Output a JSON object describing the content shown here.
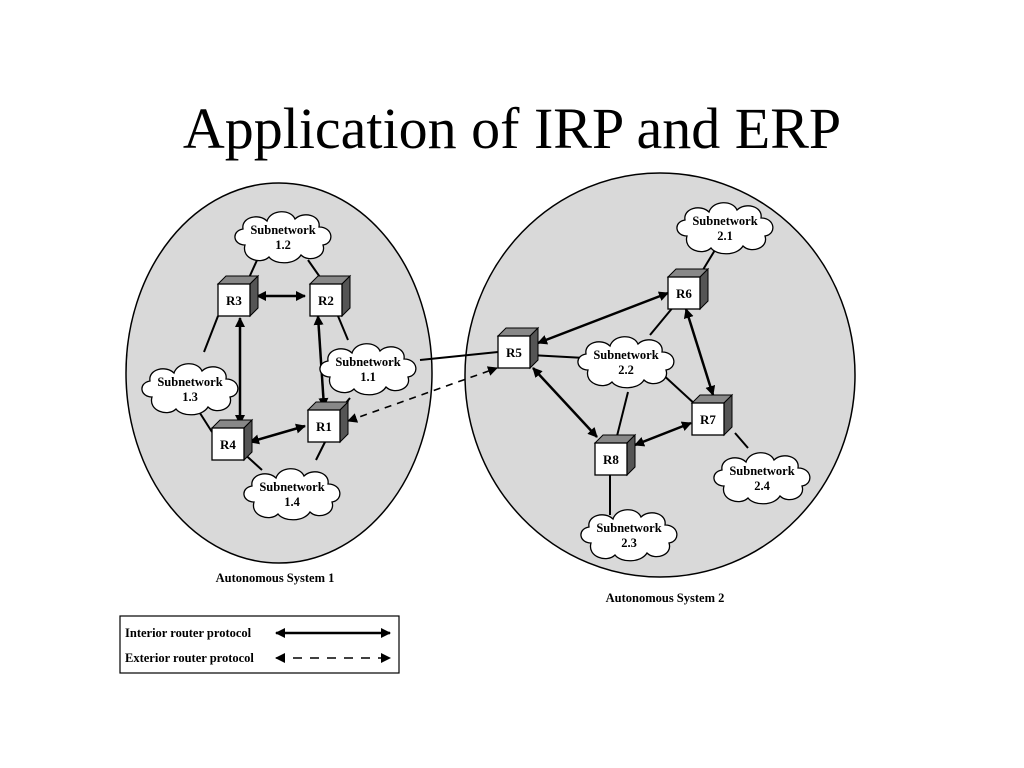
{
  "title": "Application of IRP and ERP",
  "autonomous_systems": [
    {
      "label": "Autonomous System 1"
    },
    {
      "label": "Autonomous System 2"
    }
  ],
  "routers": {
    "R1": "R1",
    "R2": "R2",
    "R3": "R3",
    "R4": "R4",
    "R5": "R5",
    "R6": "R6",
    "R7": "R7",
    "R8": "R8"
  },
  "subnetworks": {
    "s11": {
      "name": "Subnetwork",
      "num": "1.1"
    },
    "s12": {
      "name": "Subnetwork",
      "num": "1.2"
    },
    "s13": {
      "name": "Subnetwork",
      "num": "1.3"
    },
    "s14": {
      "name": "Subnetwork",
      "num": "1.4"
    },
    "s21": {
      "name": "Subnetwork",
      "num": "2.1"
    },
    "s22": {
      "name": "Subnetwork",
      "num": "2.2"
    },
    "s23": {
      "name": "Subnetwork",
      "num": "2.3"
    },
    "s24": {
      "name": "Subnetwork",
      "num": "2.4"
    }
  },
  "legend": {
    "interior": "Interior router protocol",
    "exterior": "Exterior router protocol"
  },
  "colors": {
    "as_fill": "#d9d9d9",
    "cloud_fill": "#ffffff",
    "router_face": "#ffffff",
    "router_side": "#555555",
    "line": "#000000"
  }
}
